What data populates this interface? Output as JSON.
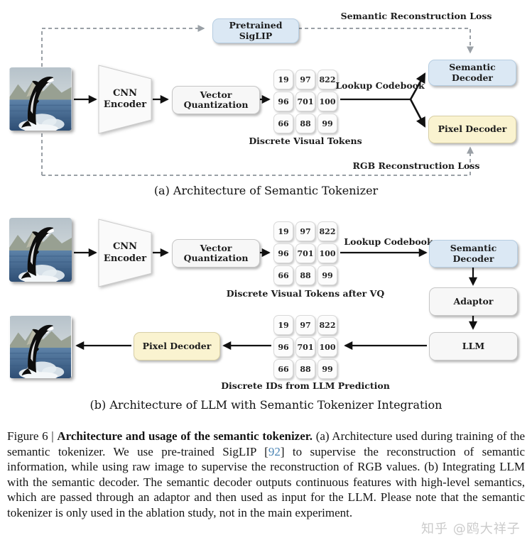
{
  "colors": {
    "blue_box": "#dbe8f4",
    "yellow_box": "#faf3d0",
    "gray_box": "#f7f7f7",
    "dashed_line": "#9aa0a6",
    "arrow": "#111111",
    "citation": "#4a84b4"
  },
  "diagram_a": {
    "caption": "(a) Architecture of Semantic Tokenizer",
    "nodes": {
      "pretrained_siglip": "Pretrained SigLIP",
      "cnn_encoder": "CNN Encoder",
      "vector_quantization": "Vector Quantization",
      "semantic_decoder": "Semantic Decoder",
      "pixel_decoder": "Pixel Decoder"
    },
    "labels": {
      "semantic_loss": "Semantic Reconstruction Loss",
      "rgb_loss": "RGB Reconstruction Loss",
      "lookup": "Lookup Codebook",
      "tokens_caption": "Discrete Visual Tokens"
    },
    "tokens": [
      "19",
      "97",
      "822",
      "96",
      "701",
      "100",
      "66",
      "88",
      "99"
    ]
  },
  "diagram_b": {
    "caption": "(b) Architecture of LLM with Semantic Tokenizer Integration",
    "nodes": {
      "cnn_encoder": "CNN Encoder",
      "vector_quantization": "Vector Quantization",
      "semantic_decoder": "Semantic Decoder",
      "adaptor": "Adaptor",
      "llm": "LLM",
      "pixel_decoder": "Pixel Decoder"
    },
    "labels": {
      "lookup": "Lookup Codebook",
      "tokens_caption_vq": "Discrete Visual Tokens after VQ",
      "tokens_caption_llm": "Discrete IDs from LLM Prediction"
    },
    "tokens_vq": [
      "19",
      "97",
      "822",
      "96",
      "701",
      "100",
      "66",
      "88",
      "99"
    ],
    "tokens_llm": [
      "19",
      "97",
      "822",
      "96",
      "701",
      "100",
      "66",
      "88",
      "99"
    ]
  },
  "figure_caption": {
    "prefix": "Figure 6 | ",
    "title": "Architecture and usage of the semantic tokenizer.",
    "body_before_cite": " (a) Architecture used during training of the semantic tokenizer. We use pre-trained SigLIP [",
    "cite": "92",
    "body_after_cite": "] to supervise the reconstruction of semantic information, while using raw image to supervise the reconstruction of RGB values. (b) Integrating LLM with the semantic decoder. The semantic decoder outputs continuous features with high-level semantics, which are passed through an adaptor and then used as input for the LLM. Please note that the semantic tokenizer is only used in the ablation study, not in the main experiment."
  },
  "watermark": "知乎 @鸥大祥子"
}
